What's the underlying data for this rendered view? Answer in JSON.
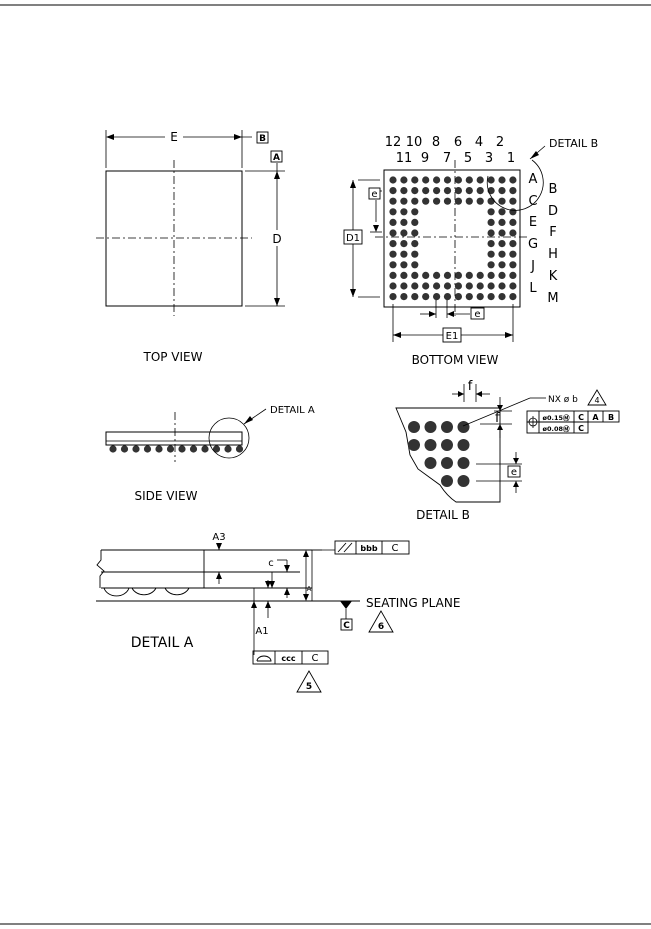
{
  "views": {
    "top": {
      "title": "TOP VIEW",
      "dim_width": "E",
      "dim_height": "D",
      "datum_a": "A",
      "datum_b": "B"
    },
    "bottom": {
      "title": "BOTTOM VIEW",
      "cols_top": [
        "12",
        "10",
        "8",
        "6",
        "4",
        "2"
      ],
      "cols_bottom": [
        "11",
        "9",
        "7",
        "5",
        "3",
        "1"
      ],
      "rows_left": [
        "A",
        "C",
        "E",
        "G",
        "J",
        "L"
      ],
      "rows_right": [
        "B",
        "D",
        "F",
        "H",
        "K",
        "M"
      ],
      "detail_ref": "DETAIL B",
      "dim_pitch_v": "e",
      "dim_pitch_h": "e",
      "dim_d1": "D1",
      "dim_e1": "E1"
    },
    "side": {
      "title": "SIDE VIEW",
      "detail_ref": "DETAIL A"
    },
    "detail_b": {
      "title": "DETAIL B",
      "dim_f_top": "f",
      "dim_f_right": "f",
      "dim_e": "e",
      "ball_callout": "NX ø b",
      "note_ref": "4",
      "fcf_row1": [
        "ø0.15Ⓜ",
        "C",
        "A",
        "B"
      ],
      "fcf_row2": [
        "ø0.08Ⓜ",
        "C"
      ]
    },
    "detail_a": {
      "title": "DETAIL A",
      "dim_a3": "A3",
      "dim_c": "c",
      "dim_a": "A",
      "dim_a1": "A1",
      "seating_plane": "SEATING PLANE",
      "datum_c": "C",
      "parallelism": [
        "bbb",
        "C"
      ],
      "coplanarity": [
        "ccc",
        "C"
      ],
      "note_6": "6",
      "note_5": "5"
    }
  }
}
